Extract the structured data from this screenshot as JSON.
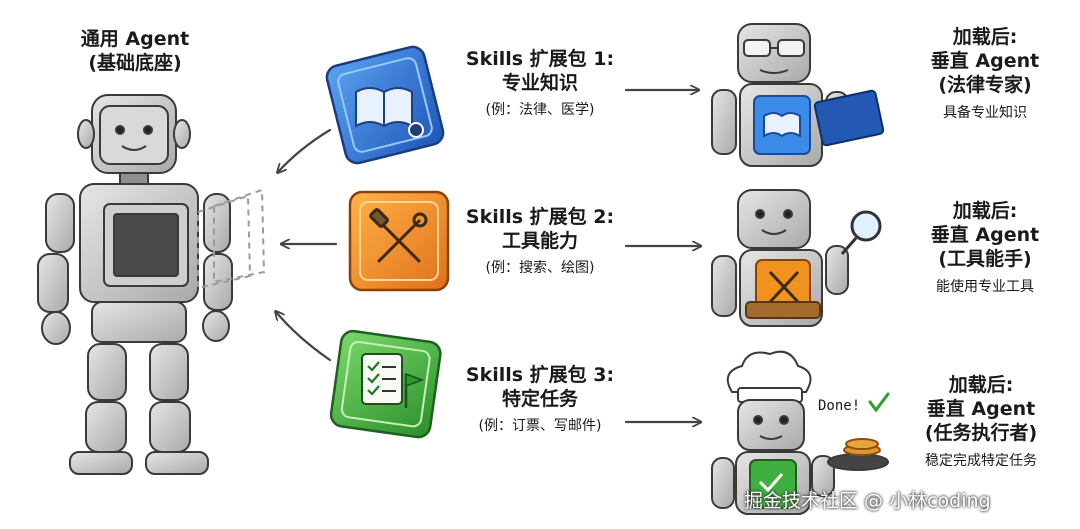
{
  "base_agent": {
    "title": "通用 Agent",
    "subtitle": "(基础底座)"
  },
  "skills": [
    {
      "title": "Skills 扩展包 1:",
      "name": "专业知识",
      "example": "(例：法律、医学)",
      "icon": "book-gear-icon",
      "color": "#2f6fd6"
    },
    {
      "title": "Skills 扩展包 2:",
      "name": "工具能力",
      "example": "(例：搜索、绘图)",
      "icon": "hammer-wrench-icon",
      "color": "#f08a1c"
    },
    {
      "title": "Skills 扩展包 3:",
      "name": "特定任务",
      "example": "(例：订票、写邮件)",
      "icon": "checklist-flag-icon",
      "color": "#3aa63a"
    }
  ],
  "results": [
    {
      "heading": "加载后:",
      "name": "垂直 Agent",
      "role": "(法律专家)",
      "desc": "具备专业知识",
      "accent": "book-icon"
    },
    {
      "heading": "加载后:",
      "name": "垂直 Agent",
      "role": "(工具能手)",
      "desc": "能使用专业工具",
      "accent": "magnifier-icon"
    },
    {
      "heading": "加载后:",
      "name": "垂直 Agent",
      "role": "(任务执行者)",
      "desc": "稳定完成特定任务",
      "accent": "chef-hat-icon"
    }
  ],
  "done_text": "Done!",
  "watermark": "掘金技术社区 @ 小林coding"
}
